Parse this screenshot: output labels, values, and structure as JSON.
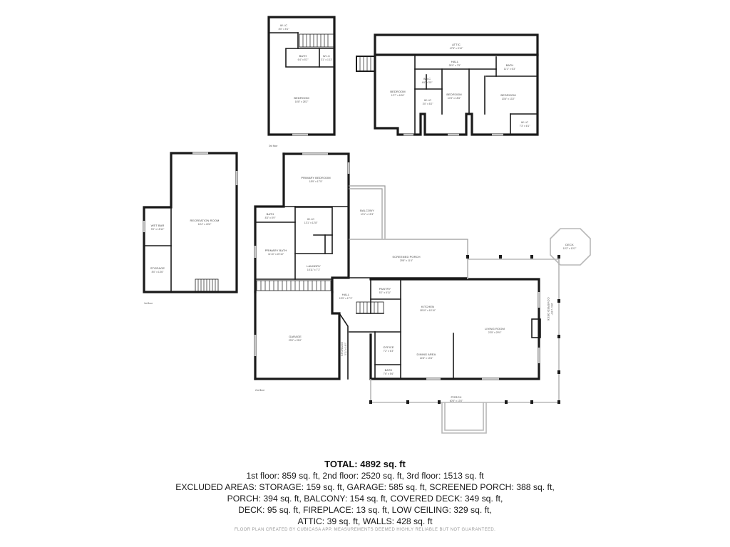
{
  "floors": {
    "third": {
      "label": "3rd floor",
      "rooms": {
        "wic_top": {
          "name": "W.I.C",
          "dims": "8'0\" x 5'1\""
        },
        "bath_top": {
          "name": "BATH",
          "dims": "6'4\" x 5'2\""
        },
        "wic_small": {
          "name": "W.I.C",
          "dims": "3'1\" x 1'11\""
        },
        "bedroom_big": {
          "name": "BEDROOM",
          "dims": "16'8\" x 28'2\""
        }
      }
    },
    "upper": {
      "rooms": {
        "attic": {
          "name": "ATTIC",
          "dims": "47'8\" x 6'10\""
        },
        "hall": {
          "name": "HALL",
          "dims": "28'0\" x 7'5\""
        },
        "bath": {
          "name": "BATH",
          "dims": "11'1\" x 6'3\""
        },
        "wic1": {
          "name": "W.I.C",
          "dims": "4'6\" x 3'5\""
        },
        "wic2": {
          "name": "W.I.C",
          "dims": "3'0\" x 5'2\""
        },
        "wic3": {
          "name": "W.I.C",
          "dims": "7'3\" x 6'1\""
        },
        "bedroom1": {
          "name": "BEDROOM",
          "dims": "12'7\" x 18'6\""
        },
        "bedroom2": {
          "name": "BEDROOM",
          "dims": "10'3\" x 18'6\""
        },
        "bedroom3": {
          "name": "BEDROOM",
          "dims": "13'6\" x 13'2\""
        }
      }
    },
    "first": {
      "label": "1st floor",
      "rooms": {
        "wet_bar": {
          "name": "WET BAR",
          "dims": "9'0\" x 15'10\""
        },
        "storage": {
          "name": "STORAGE",
          "dims": "8'0\" x 13'6\""
        },
        "recreation": {
          "name": "RECREATION ROOM",
          "dims": "18'4\" x 40'6\""
        }
      }
    },
    "second": {
      "label": "2nd floor",
      "rooms": {
        "primary_bedroom": {
          "name": "PRIMARY BEDROOM",
          "dims": "18'9\" x 17'5\""
        },
        "bath": {
          "name": "BATH",
          "dims": "8'3\" x 5'9\""
        },
        "wic": {
          "name": "W.I.C",
          "dims": "13'1\" x 12'8\""
        },
        "balcony": {
          "name": "BALCONY",
          "dims": "10'1\" x 15'3\""
        },
        "primary_bath": {
          "name": "PRIMARY BATH",
          "dims": "11'10\" x 20'10\""
        },
        "laundry": {
          "name": "LAUNDRY",
          "dims": "16'11\" x 7'1\""
        },
        "screened_porch": {
          "name": "SCREENED PORCH",
          "dims": "29'8\" x 11'4\""
        },
        "deck": {
          "name": "DECK",
          "dims": "10'2\" x 10'2\""
        },
        "pantry": {
          "name": "PANTRY",
          "dims": "5'2\" x 8'11\""
        },
        "hall": {
          "name": "HALL",
          "dims": "15'9\" x 17'3\""
        },
        "kitchen": {
          "name": "KITCHEN",
          "dims": "18'10\" x 15'10\""
        },
        "living_room": {
          "name": "LIVING ROOM",
          "dims": "23'5\" x 29'0\""
        },
        "covered_deck": {
          "name": "COVERED DECK",
          "dims": "26'1\" x 6'0\""
        },
        "garage": {
          "name": "GARAGE",
          "dims": "23'0\" x 25'0\""
        },
        "storage": {
          "name": "STORAGE",
          "dims": "3'11\" x 14'0\""
        },
        "office": {
          "name": "OFFICE",
          "dims": "7'2\" x 6'3\""
        },
        "bath2": {
          "name": "BATH",
          "dims": "7'6\" x 5'6\""
        },
        "dining": {
          "name": "DINING AREA",
          "dims": "14'8\" x 13'4\""
        },
        "porch": {
          "name": "PORCH",
          "dims": "60'5\" x 13'0\""
        }
      }
    }
  },
  "summary": {
    "total": "TOTAL: 4892 sq. ft",
    "lines": [
      "1st floor: 859 sq. ft, 2nd floor: 2520 sq. ft, 3rd floor: 1513 sq. ft",
      "EXCLUDED AREAS: STORAGE: 159 sq. ft, GARAGE: 585 sq. ft, SCREENED PORCH: 388 sq. ft,",
      "PORCH: 394 sq. ft, BALCONY: 154 sq. ft, COVERED DECK: 349 sq. ft,",
      "DECK: 95 sq. ft, FIREPLACE: 13 sq. ft, LOW CEILING: 329 sq. ft,",
      "ATTIC: 39 sq. ft, WALLS: 428 sq. ft"
    ]
  },
  "footer": "FLOOR PLAN CREATED BY CUBICASA APP. MEASUREMENTS DEEMED HIGHLY RELIABLE BUT NOT GUARANTEED."
}
